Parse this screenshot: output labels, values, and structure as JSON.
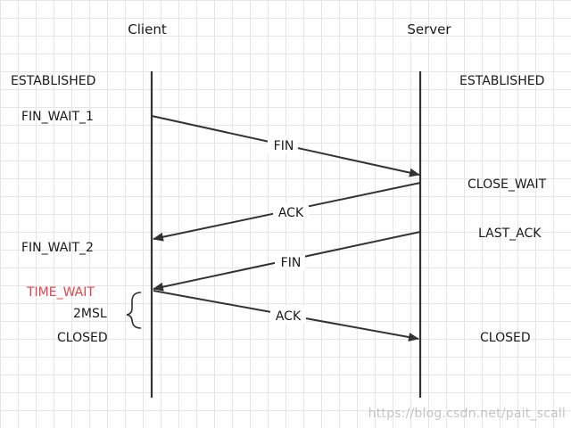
{
  "colors": {
    "line": "#333333",
    "text": "#1a1a1a",
    "highlight": "#e8434c",
    "grid": "#e6e6e6"
  },
  "headers": {
    "client": "Client",
    "server": "Server"
  },
  "client_states": {
    "established": "ESTABLISHED",
    "fin_wait_1": "FIN_WAIT_1",
    "fin_wait_2": "FIN_WAIT_2",
    "time_wait": "TIME_WAIT",
    "two_msl": "2MSL",
    "closed": "CLOSED"
  },
  "server_states": {
    "established": "ESTABLISHED",
    "close_wait": "CLOSE_WAIT",
    "last_ack": "LAST_ACK",
    "closed": "CLOSED"
  },
  "messages": [
    {
      "id": "fin-1",
      "label": "FIN",
      "from": "client",
      "to": "server"
    },
    {
      "id": "ack-1",
      "label": "ACK",
      "from": "server",
      "to": "client"
    },
    {
      "id": "fin-2",
      "label": "FIN",
      "from": "server",
      "to": "client"
    },
    {
      "id": "ack-2",
      "label": "ACK",
      "from": "client",
      "to": "server"
    }
  ],
  "watermark": "https://blog.csdn.net/pait_scall"
}
